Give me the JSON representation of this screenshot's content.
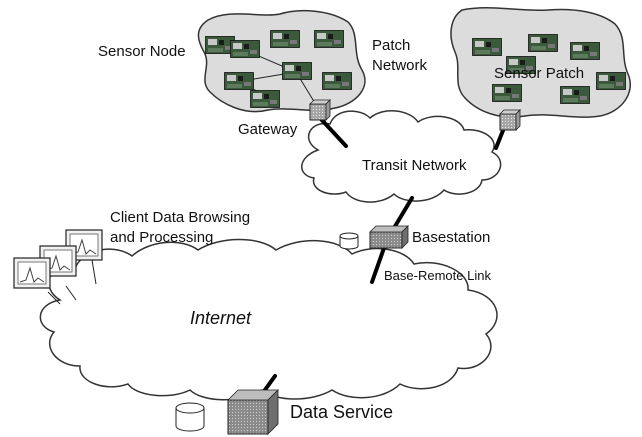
{
  "labels": {
    "sensor_node": "Sensor Node",
    "patch_network_line1": "Patch",
    "patch_network_line2": "Network",
    "sensor_patch": "Sensor Patch",
    "gateway": "Gateway",
    "transit_network": "Transit Network",
    "client_line1": "Client Data Browsing",
    "client_line2": "and Processing",
    "basestation": "Basestation",
    "base_remote_link": "Base-Remote Link",
    "internet": "Internet",
    "data_service": "Data Service"
  },
  "colors": {
    "patch_fill": "#dcdcdc",
    "cloud_fill": "#ffffff",
    "outline": "#333333",
    "board_green": "#3b5a3b",
    "link_color": "#000000",
    "box_fill": "#888888"
  },
  "icons": {
    "sensor_node": "circuit-board-icon",
    "gateway": "gateway-box-icon",
    "basestation": "basestation-box-icon",
    "database": "database-cylinder-icon",
    "data_service": "server-cube-icon",
    "client": "monitor-window-icon"
  }
}
